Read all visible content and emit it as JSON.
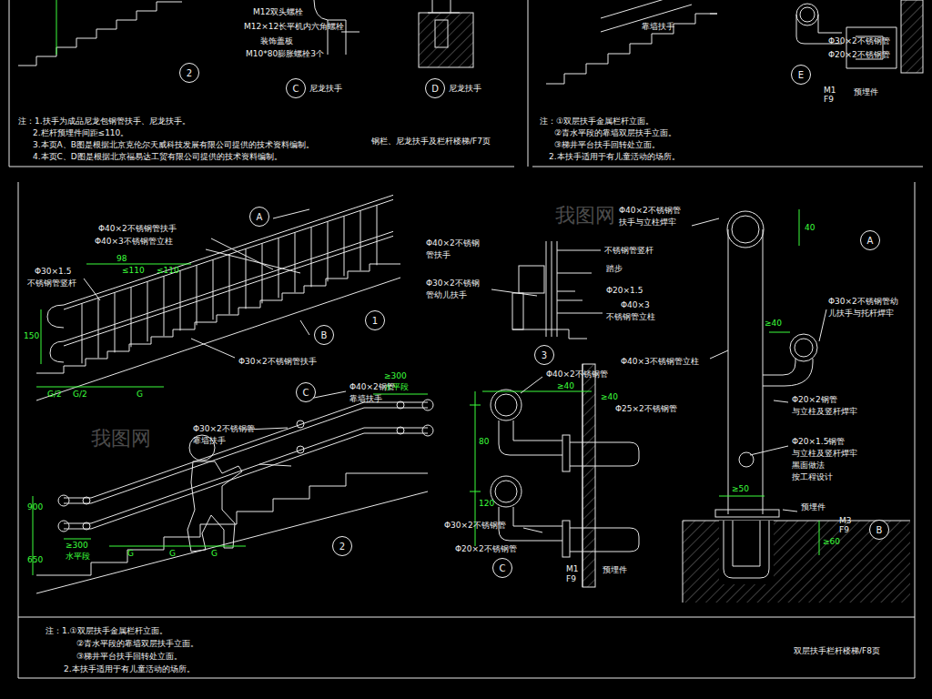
{
  "diagram": {
    "nodes": [
      {
        "text": [
          "2"
        ]
      },
      {
        "text": [
          "C"
        ]
      },
      {
        "text": [
          "D"
        ]
      },
      {
        "text": [
          "E"
        ]
      },
      {
        "text": [
          "A"
        ]
      },
      {
        "text": [
          "B"
        ]
      },
      {
        "text": [
          "1"
        ]
      },
      {
        "text": [
          "C"
        ]
      },
      {
        "text": [
          "2"
        ]
      },
      {
        "text": [
          "3"
        ]
      },
      {
        "text": [
          "C"
        ]
      },
      {
        "text": [
          "A"
        ]
      },
      {
        "text": [
          "B"
        ]
      }
    ],
    "labels": [
      "M12双头螺栓",
      "M12×12长平机内六角螺栓",
      "装饰盖板",
      "M10*80膨胀螺栓3个",
      "尼龙扶手",
      "尼龙扶手",
      "注：1.扶手为成品尼龙包钢管扶手、尼龙扶手。",
      "2.栏杆预埋件间距≤110。",
      "3.本页A、B图是根据北京克伦尔天威科技发展有限公司提供的技术资料编制。",
      "4.本页C、D图是根据北京福易达工贸有限公司提供的技术资料编制。",
      "钢栏、尼龙扶手及栏杆楼梯/F7页",
      "靠墙扶手",
      "Φ30×2不锈钢管",
      "Φ20×2不锈钢管",
      "M1",
      "F9",
      "预埋件",
      "注：①双层扶手金属栏杆立面。",
      "②青水平段的靠墙双层扶手立面。",
      "③梯井平台扶手回转处立面。",
      "2.本扶手适用于有儿童活动的场所。",
      "Φ40×2不锈钢管扶手",
      "Φ40×3不锈钢管立柱",
      "Φ30×1.5",
      "不锈钢管竖杆",
      "98",
      "≤110",
      "≤110",
      "150",
      "Φ30×2不锈钢管扶手",
      "G/2",
      "G/2",
      "G",
      "≥300",
      "水平段",
      "Φ40×2钢管",
      "靠墙扶手",
      "Φ30×2不锈钢管",
      "靠墙扶手",
      "≥300",
      "水平段",
      "G",
      "G",
      "G",
      "900",
      "650",
      "Φ40×2不锈钢",
      "管扶手",
      "不锈钢管竖杆",
      "Φ30×2不锈钢",
      "管幼儿扶手",
      "踏步",
      "Φ20×1.5",
      "Φ40×3",
      "不锈钢管立柱",
      "Φ40×2不锈钢管",
      "≥40",
      "≥40",
      "Φ25×2不锈钢管",
      "80",
      "120",
      "Φ30×2不锈钢管",
      "Φ20×2不锈钢管",
      "M1",
      "F9",
      "预埋件",
      "Φ40×2不锈钢管",
      "扶手与立柱焊牢",
      "40",
      "≥40",
      "Φ30×2不锈钢管幼",
      "儿扶手与托杆焊牢",
      "Φ40×3不锈钢管立柱",
      "Φ20×2钢管",
      "与立柱及竖杆焊牢",
      "Φ20×1.5钢管",
      "与立柱及竖杆焊牢",
      "黑面做法",
      "按工程设计",
      "≥50",
      "M3",
      "F9",
      "预埋件",
      "≥60",
      "注：1.①双层扶手金属栏杆立面。",
      "②青水平段的靠墙双层扶手立面。",
      "③梯井平台扶手回转处立面。",
      "2.本扶手适用于有儿童活动的场所。",
      "双层扶手栏杆楼梯/F8页",
      "我图网",
      "我图网"
    ]
  }
}
